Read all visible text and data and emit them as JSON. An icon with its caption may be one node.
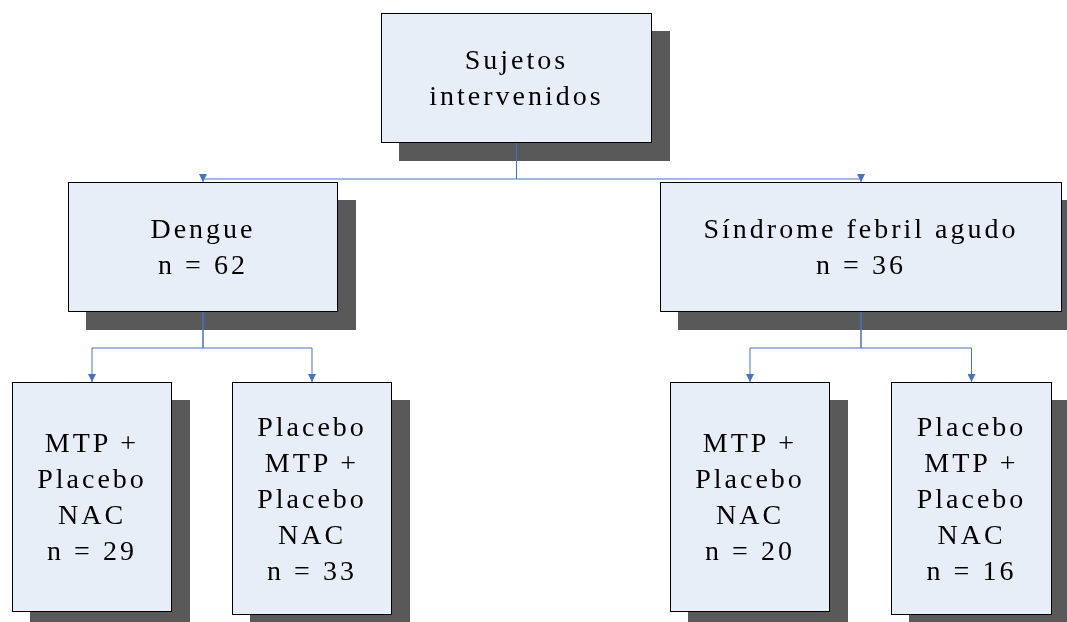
{
  "diagram": {
    "nodes": [
      {
        "text": [
          "Sujetos intervenidos"
        ]
      },
      {
        "text": [
          "Dengue",
          "n = 62"
        ]
      },
      {
        "text": [
          "Síndrome febril agudo",
          "n = 36"
        ]
      },
      {
        "text": [
          "MTP + Placebo NAC",
          "n = 29"
        ]
      },
      {
        "text": [
          "Placebo MTP + Placebo NAC",
          "n = 33"
        ]
      },
      {
        "text": [
          "MTP + Placebo NAC",
          "n = 20"
        ]
      },
      {
        "text": [
          "Placebo MTP + Placebo NAC",
          "n = 16"
        ]
      }
    ],
    "edges": [
      {
        "from": 0,
        "to": 1,
        "arrow": "to"
      },
      {
        "from": 0,
        "to": 2,
        "arrow": "to"
      },
      {
        "from": 1,
        "to": 3,
        "arrow": "to"
      },
      {
        "from": 1,
        "to": 4,
        "arrow": "to"
      },
      {
        "from": 2,
        "to": 5,
        "arrow": "to"
      },
      {
        "from": 2,
        "to": 6,
        "arrow": "to"
      }
    ]
  }
}
